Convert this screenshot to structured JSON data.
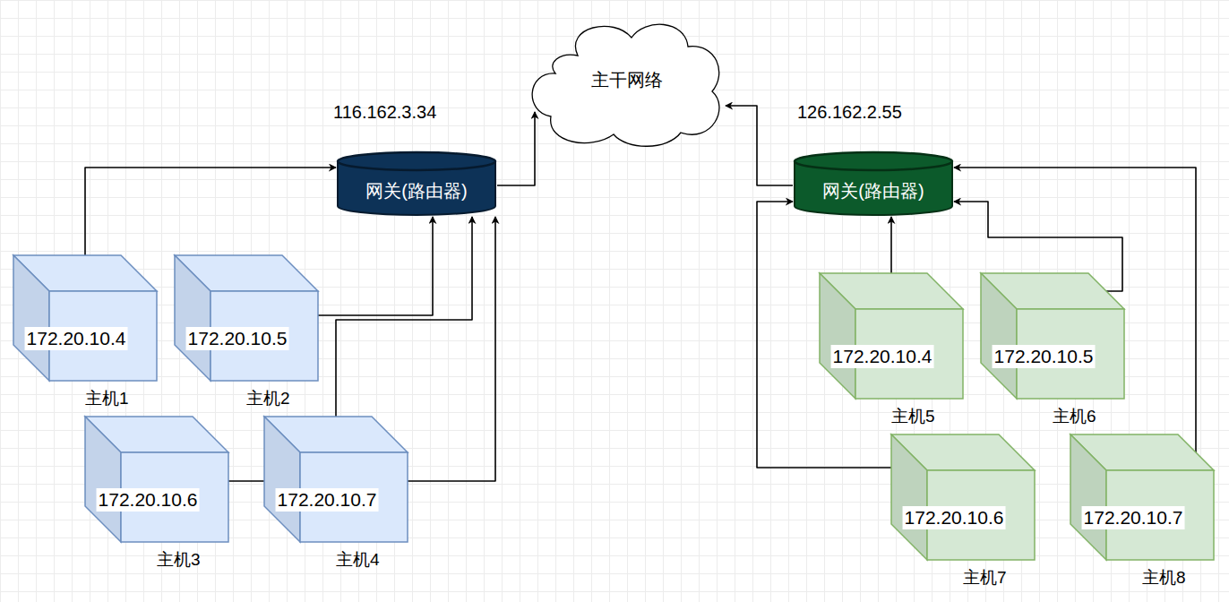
{
  "diagram": {
    "nodes": [
      {
        "text": [
          "主干网络"
        ]
      },
      {
        "text": [
          "网关(路由器)"
        ]
      },
      {
        "text": [
          "网关(路由器)"
        ]
      },
      {
        "text": [
          "172.20.10.4",
          "主机1"
        ]
      },
      {
        "text": [
          "172.20.10.5",
          "主机2"
        ]
      },
      {
        "text": [
          "172.20.10.6",
          "主机3"
        ]
      },
      {
        "text": [
          "172.20.10.7",
          "主机4"
        ]
      },
      {
        "text": [
          "172.20.10.4",
          "主机5"
        ]
      },
      {
        "text": [
          "172.20.10.5",
          "主机6"
        ]
      },
      {
        "text": [
          "172.20.10.6",
          "主机7"
        ]
      },
      {
        "text": [
          "172.20.10.7",
          "主机8"
        ]
      }
    ],
    "edges": [
      {
        "from": 3,
        "to": 1,
        "arrow": "to"
      },
      {
        "from": 4,
        "to": 1,
        "arrow": "to"
      },
      {
        "from": 5,
        "to": 6,
        "arrow": "none"
      },
      {
        "from": 6,
        "to": 1,
        "arrow": "to"
      },
      {
        "from": 6,
        "to": 1,
        "arrow": "to"
      },
      {
        "from": 1,
        "to": 0,
        "arrow": "to"
      },
      {
        "from": 7,
        "to": 2,
        "arrow": "to"
      },
      {
        "from": 8,
        "to": 2,
        "arrow": "to"
      },
      {
        "from": 9,
        "to": 2,
        "arrow": "to"
      },
      {
        "from": 10,
        "to": 2,
        "arrow": "to"
      },
      {
        "from": 2,
        "to": 0,
        "arrow": "to"
      }
    ],
    "labels": [
      "116.162.3.34",
      "126.162.2.55"
    ]
  }
}
